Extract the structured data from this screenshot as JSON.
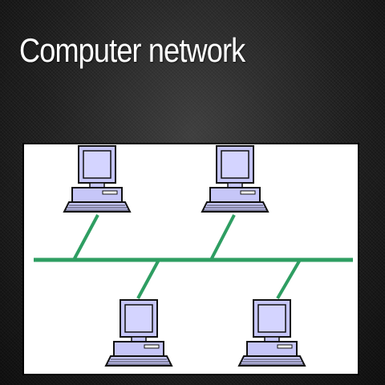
{
  "slide": {
    "title": "Computer network"
  },
  "network": {
    "topology": "bus",
    "nodes": [
      {
        "label": "",
        "side": "top"
      },
      {
        "label": "",
        "side": "top"
      },
      {
        "label": "",
        "side": "bottom"
      },
      {
        "label": "",
        "side": "bottom"
      }
    ]
  },
  "colors": {
    "bus_line": "#2e9e62",
    "computer_fill": "#c6c6f8",
    "computer_stroke": "#111111",
    "panel_background": "#ffffff"
  },
  "icons": {
    "computer": "desktop-computer-icon"
  }
}
